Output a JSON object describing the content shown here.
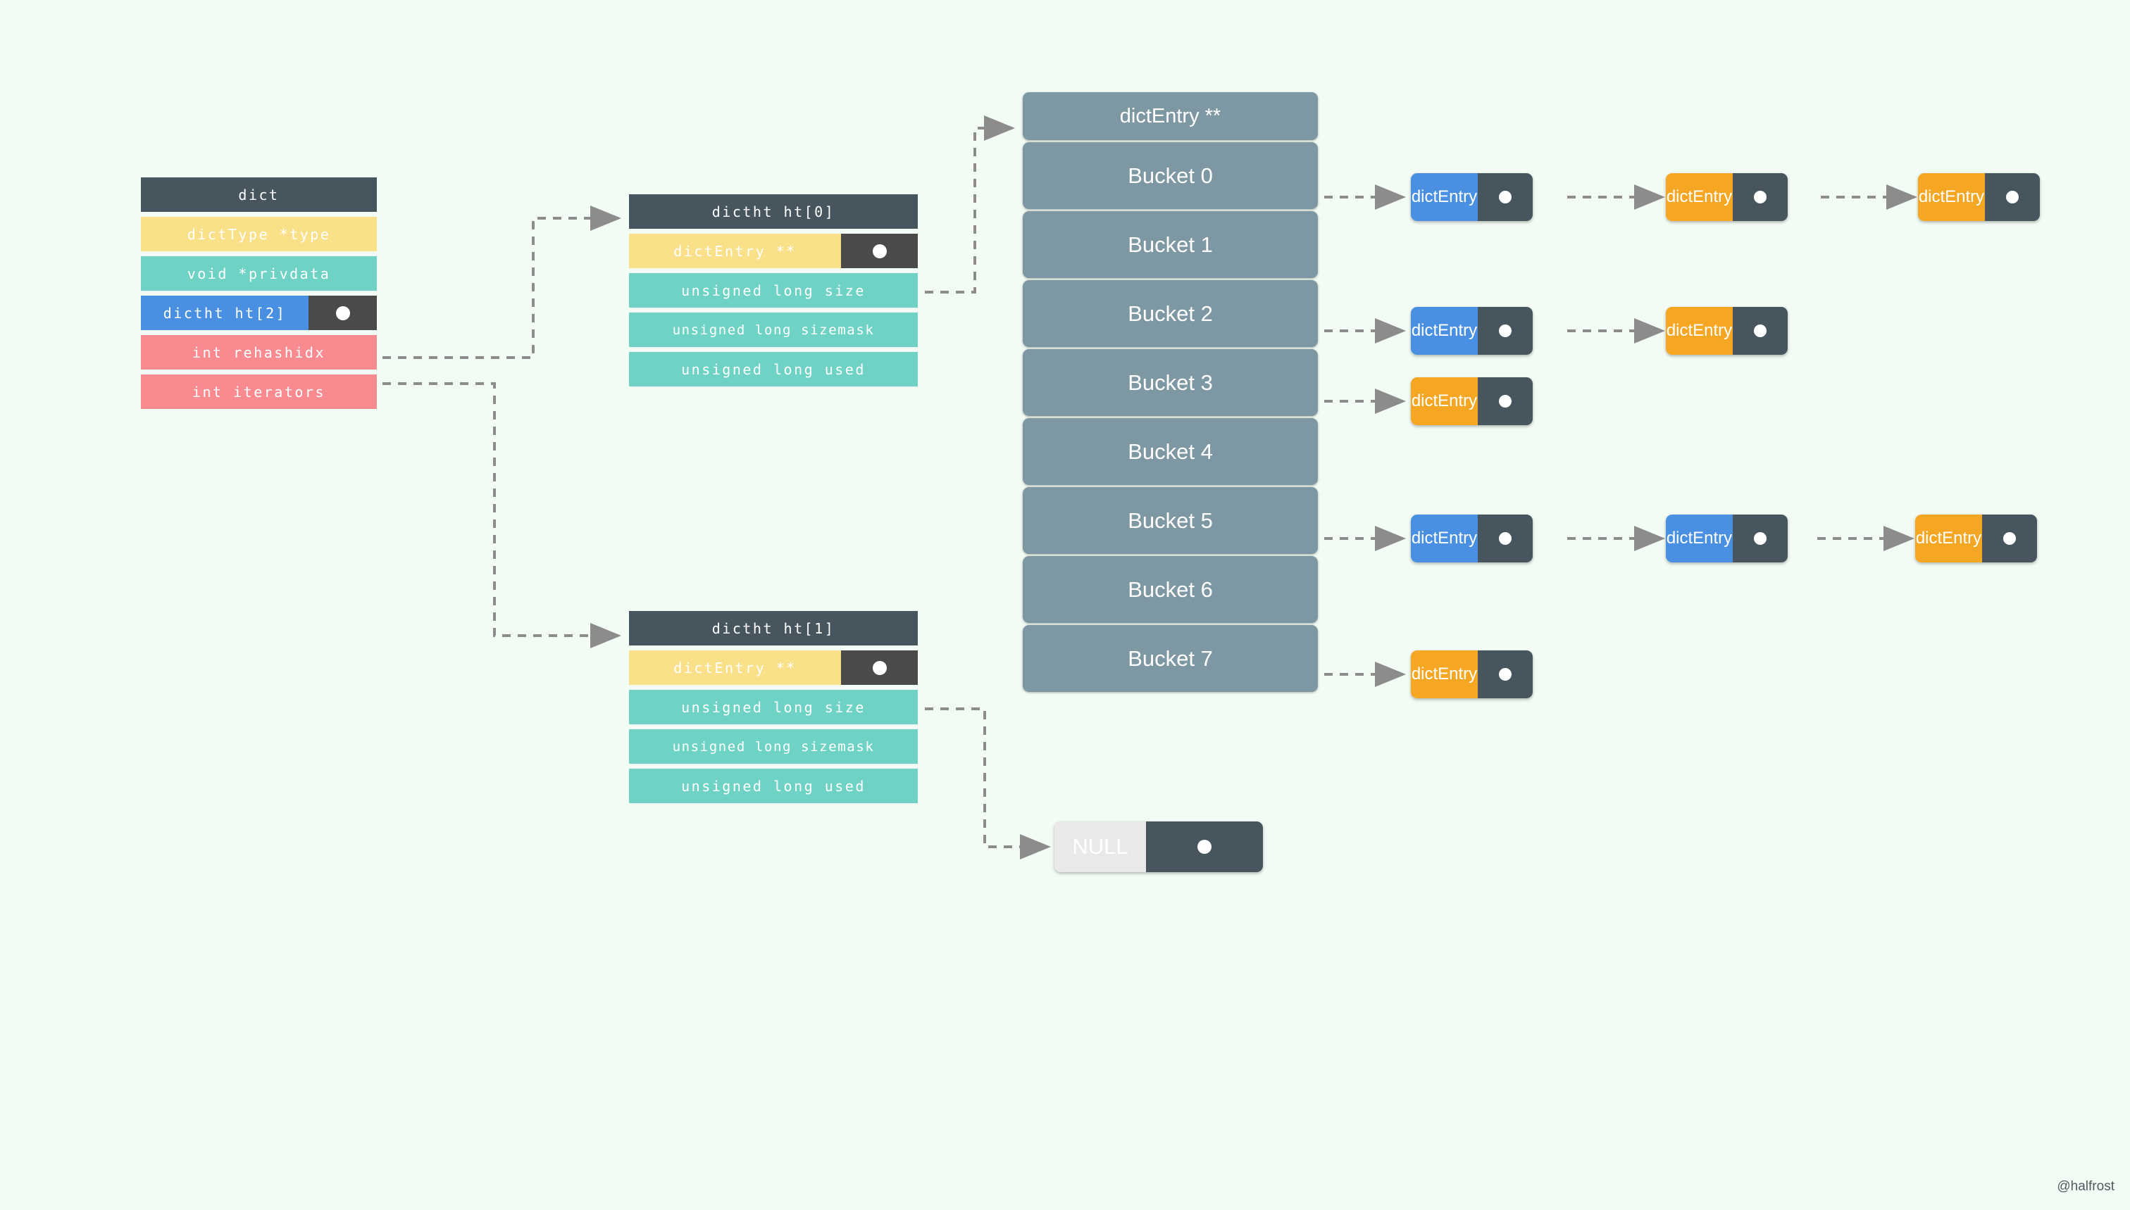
{
  "background_color": "#f2fbf4",
  "watermark": "@halfrost",
  "palette": {
    "header_dark": "#46555e",
    "pointer_dark": "#4a4a4a",
    "yellow": "#fbe08a",
    "teal": "#6ed3c4",
    "blue": "#4a90e2",
    "red": "#f98a8f",
    "orange": "#f5a623",
    "bucket_gray": "#7e98a3",
    "null_gray": "#eae8e9",
    "arrow_gray": "#8c8c8c"
  },
  "dict_struct": {
    "title": "dict",
    "fields": [
      {
        "label": "dictType *type",
        "color": "yellow",
        "has_pointer": false
      },
      {
        "label": "void *privdata",
        "color": "teal",
        "has_pointer": false
      },
      {
        "label": "dictht ht[2]",
        "color": "blue",
        "has_pointer": true
      },
      {
        "label": "int rehashidx",
        "color": "red",
        "has_pointer": false
      },
      {
        "label": "int iterators",
        "color": "red",
        "has_pointer": false
      }
    ]
  },
  "dictht0": {
    "title": "dictht ht[0]",
    "fields": [
      {
        "label": "dictEntry **",
        "color": "yellow",
        "has_pointer": true
      },
      {
        "label": "unsigned long size",
        "color": "teal",
        "has_pointer": false
      },
      {
        "label": "unsigned long sizemask",
        "color": "teal",
        "has_pointer": false
      },
      {
        "label": "unsigned long used",
        "color": "teal",
        "has_pointer": false
      }
    ]
  },
  "dictht1": {
    "title": "dictht ht[1]",
    "fields": [
      {
        "label": "dictEntry **",
        "color": "yellow",
        "has_pointer": true
      },
      {
        "label": "unsigned long size",
        "color": "teal",
        "has_pointer": false
      },
      {
        "label": "unsigned long sizemask",
        "color": "teal",
        "has_pointer": false
      },
      {
        "label": "unsigned long used",
        "color": "teal",
        "has_pointer": false
      }
    ]
  },
  "bucket_table": {
    "header": "dictEntry **",
    "buckets": [
      "Bucket 0",
      "Bucket 1",
      "Bucket 2",
      "Bucket 3",
      "Bucket 4",
      "Bucket 5",
      "Bucket 6",
      "Bucket 7"
    ]
  },
  "chains": [
    {
      "bucket": "Bucket 0",
      "nodes": [
        {
          "label": "dictEntry",
          "color": "blue"
        },
        {
          "label": "dictEntry",
          "color": "orange"
        },
        {
          "label": "dictEntry",
          "color": "orange"
        }
      ]
    },
    {
      "bucket": "Bucket 1",
      "nodes": []
    },
    {
      "bucket": "Bucket 2",
      "nodes": [
        {
          "label": "dictEntry",
          "color": "blue"
        },
        {
          "label": "dictEntry",
          "color": "orange"
        }
      ]
    },
    {
      "bucket": "Bucket 3",
      "nodes": [
        {
          "label": "dictEntry",
          "color": "orange"
        }
      ]
    },
    {
      "bucket": "Bucket 4",
      "nodes": []
    },
    {
      "bucket": "Bucket 5",
      "nodes": [
        {
          "label": "dictEntry",
          "color": "blue"
        },
        {
          "label": "dictEntry",
          "color": "blue"
        },
        {
          "label": "dictEntry",
          "color": "orange"
        }
      ]
    },
    {
      "bucket": "Bucket 6",
      "nodes": []
    },
    {
      "bucket": "Bucket 7",
      "nodes": [
        {
          "label": "dictEntry",
          "color": "orange"
        }
      ]
    }
  ],
  "null_node": {
    "label": "NULL"
  }
}
